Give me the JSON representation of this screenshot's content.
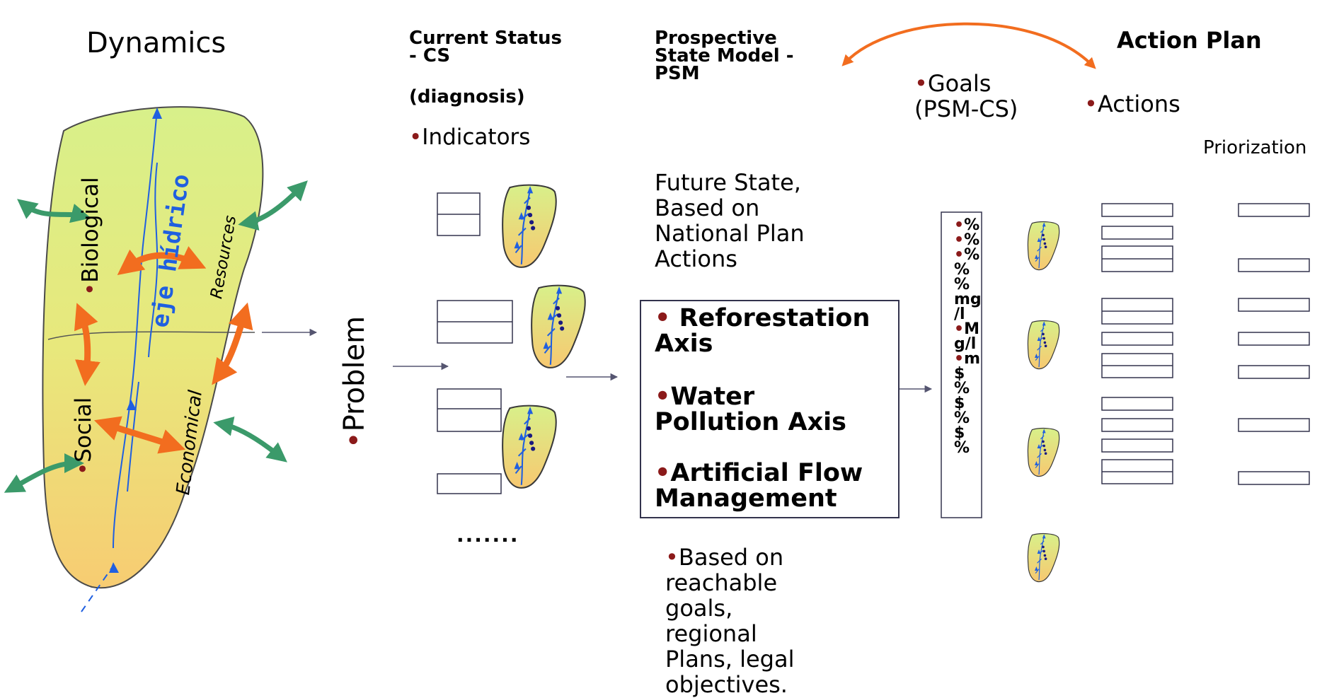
{
  "colors": {
    "orange": "#f26d1f",
    "green": "#3b9a6a",
    "blue": "#1f5fe0",
    "bullet": "#8b1a1a",
    "box_border": "#33334d",
    "blob_top": "#d8f08a",
    "blob_bottom": "#f7cc72"
  },
  "left": {
    "title": "Dynamics",
    "labels": {
      "biological": "Biological",
      "resources": "Resources",
      "social": "Social",
      "economical": "Economical",
      "river": "eje hídrico"
    },
    "bullet": "•"
  },
  "problem": {
    "label": "Problem",
    "bullet": "•"
  },
  "current_status": {
    "title": "Current Status\n- CS",
    "subtitle": "(diagnosis)",
    "bullet": "•",
    "indicators": "Indicators",
    "ellipsis": "......."
  },
  "psm": {
    "title": "Prospective\nState Model -\nPSM",
    "future": "Future State,\nBased on\nNational Plan\nActions",
    "axes": [
      {
        "bullet": "• ",
        "text": "Reforestation\nAxis"
      },
      {
        "bullet": "•",
        "text": "Water\nPollution Axis"
      },
      {
        "bullet": "•",
        "text": "Artificial Flow\nManagement"
      }
    ],
    "based_bullet": "•",
    "based": "Based on\nreachable\ngoals,\nregional\nPlans, legal\nobjectives."
  },
  "goals": {
    "bullet": "•",
    "label": "Goals\n(PSM-CS)",
    "units": [
      {
        "b": "•",
        "t": "%"
      },
      {
        "b": "•",
        "t": "%"
      },
      {
        "b": "•",
        "t": "%"
      },
      {
        "b": "",
        "t": "%"
      },
      {
        "b": "",
        "t": "%"
      },
      {
        "b": "",
        "t": "mg"
      },
      {
        "b": "",
        "t": "/l"
      },
      {
        "b": "•",
        "t": "M"
      },
      {
        "b": "",
        "t": "g/l"
      },
      {
        "b": "•",
        "t": "m"
      },
      {
        "b": "",
        "t": "$"
      },
      {
        "b": "",
        "t": "%"
      },
      {
        "b": "",
        "t": "$"
      },
      {
        "b": "",
        "t": "%"
      },
      {
        "b": "",
        "t": "$"
      },
      {
        "b": "",
        "t": "%"
      }
    ]
  },
  "action_plan": {
    "title": "Action Plan",
    "bullet": "•",
    "actions": "Actions",
    "priorization": "Priorization"
  }
}
